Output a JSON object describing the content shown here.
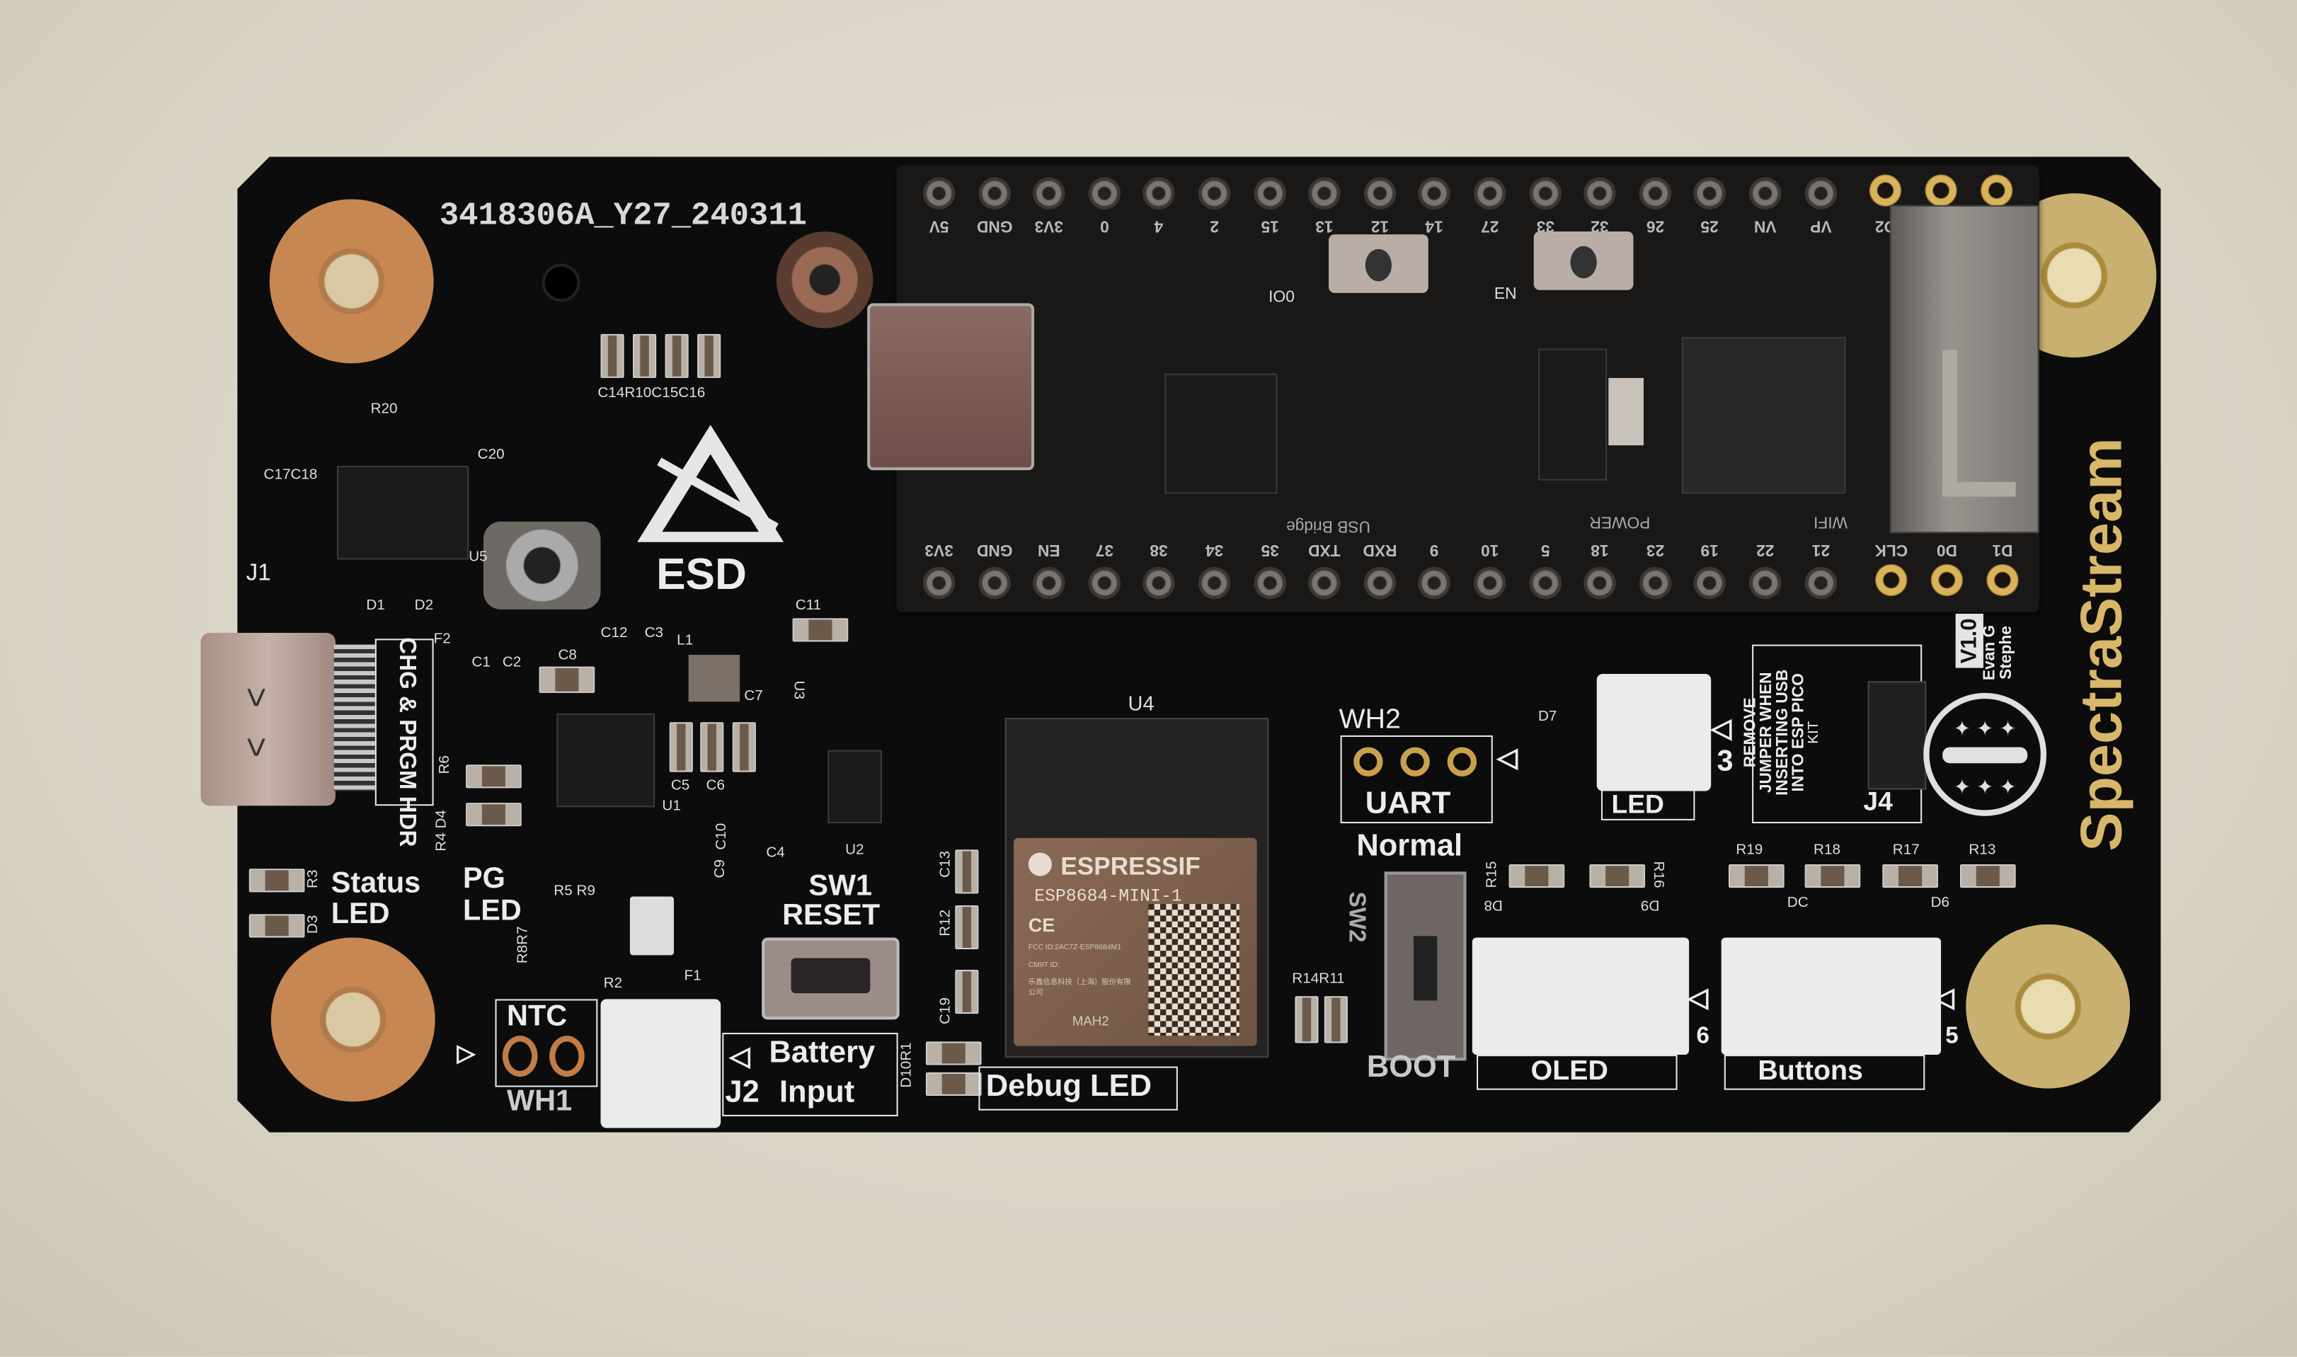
{
  "board": {
    "serial": "3418306A_Y27_240311",
    "brand": "SpectraStream",
    "version": "V1.0",
    "authors": [
      "Evan G",
      "Stephe"
    ],
    "esd_label": "ESD",
    "colors": {
      "background": "#dcd7c9",
      "pcb": "#0d0c0c",
      "silkscreen": "#ececec",
      "brand_gold": "#d8b76a",
      "copper": "#c78752"
    }
  },
  "esp_pico_kit": {
    "top_pins": [
      "5V",
      "GND",
      "3V3",
      "0",
      "4",
      "2",
      "15",
      "13",
      "12",
      "14",
      "27",
      "33",
      "32",
      "26",
      "25",
      "VN",
      "VP"
    ],
    "top_gold_pins": [
      "D2",
      "",
      ""
    ],
    "bottom_pins": [
      "3V3",
      "GND",
      "EN",
      "37",
      "38",
      "34",
      "35",
      "TXD",
      "RXD",
      "9",
      "10",
      "5",
      "18",
      "23",
      "19",
      "22",
      "21"
    ],
    "bottom_gold_pins": [
      "CLK",
      "D0",
      "D1"
    ],
    "labels": {
      "boot_button": "IO0",
      "en_button": "EN",
      "usb_bridge": "USB Bridge",
      "power": "POWER",
      "wifi": "WIFI"
    }
  },
  "module_u4": {
    "ref": "U4",
    "brand": "ESPRESSIF",
    "model": "ESP8684-MINI-1",
    "ce": "CE",
    "fcc": "FCC ID:2AC7Z-ESP8684M1",
    "cmiit": "CMIIT ID:",
    "maker": "乐鑫信息科技（上海）股份有限公司",
    "code": "MAH2"
  },
  "labels": {
    "chg_hdr": "CHG & PRGM HDR",
    "status_led": [
      "Status",
      "LED"
    ],
    "pg_led": [
      "PG",
      "LED"
    ],
    "ntc": "NTC",
    "wh1": "WH1",
    "battery_input": [
      "Battery",
      "Input"
    ],
    "j2": "J2",
    "debug_led": "Debug LED",
    "sw1": [
      "SW1",
      "RESET"
    ],
    "wh2": "WH2",
    "uart": "UART",
    "normal": "Normal",
    "boot": "BOOT",
    "sw2": "SW2",
    "led": "LED",
    "oled": "OLED",
    "buttons": "Buttons",
    "jumper_note": [
      "REMOVE",
      "JUMPER WHEN",
      "INSERTING USB",
      "INTO ESP PICO",
      "KIT"
    ],
    "j4": "J4",
    "j3": "3",
    "j5": "5",
    "j6": "6"
  },
  "refs": [
    "C14R10C15C16",
    "R20",
    "C17C18",
    "C20",
    "U5",
    "J1",
    "D1",
    "D2",
    "F2",
    "C1",
    "C2",
    "C8",
    "C12",
    "C3",
    "L1",
    "C7",
    "C5",
    "C6",
    "U1",
    "R6",
    "R4 D4",
    "R3",
    "D3",
    "R5 R9",
    "C10",
    "C9",
    "C4",
    "U2",
    "U3",
    "C11",
    "R8R7",
    "R2",
    "F1",
    "C13",
    "R12",
    "C19",
    "D10R1",
    "D7",
    "R14R11",
    "R15",
    "D8",
    "R16",
    "D9",
    "R19",
    "R18",
    "R17",
    "R13",
    "DC",
    "D6"
  ]
}
